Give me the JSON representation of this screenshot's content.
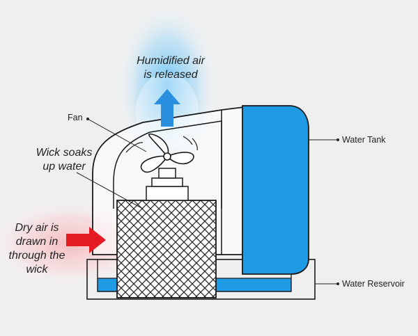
{
  "labels": {
    "released_1": "Humidified air",
    "released_2": "is released",
    "fan": "Fan",
    "wick_1": "Wick soaks",
    "wick_2": "up water",
    "dry_1": "Dry air is",
    "dry_2": "drawn in",
    "dry_3": "through the",
    "dry_4": "wick",
    "tank": "Water Tank",
    "reservoir": "Water Reservoir"
  },
  "colors": {
    "background": "#efefef",
    "water": "#1f9be6",
    "air_flow_arrow": "#2b8fe0",
    "dry_air_arrow": "#e51b23",
    "outline": "#1a1a1a"
  },
  "icons": {
    "fan": "fan-icon",
    "up_arrow": "up-arrow-icon",
    "right_arrow": "right-arrow-icon",
    "wick": "wick-mesh-icon"
  }
}
